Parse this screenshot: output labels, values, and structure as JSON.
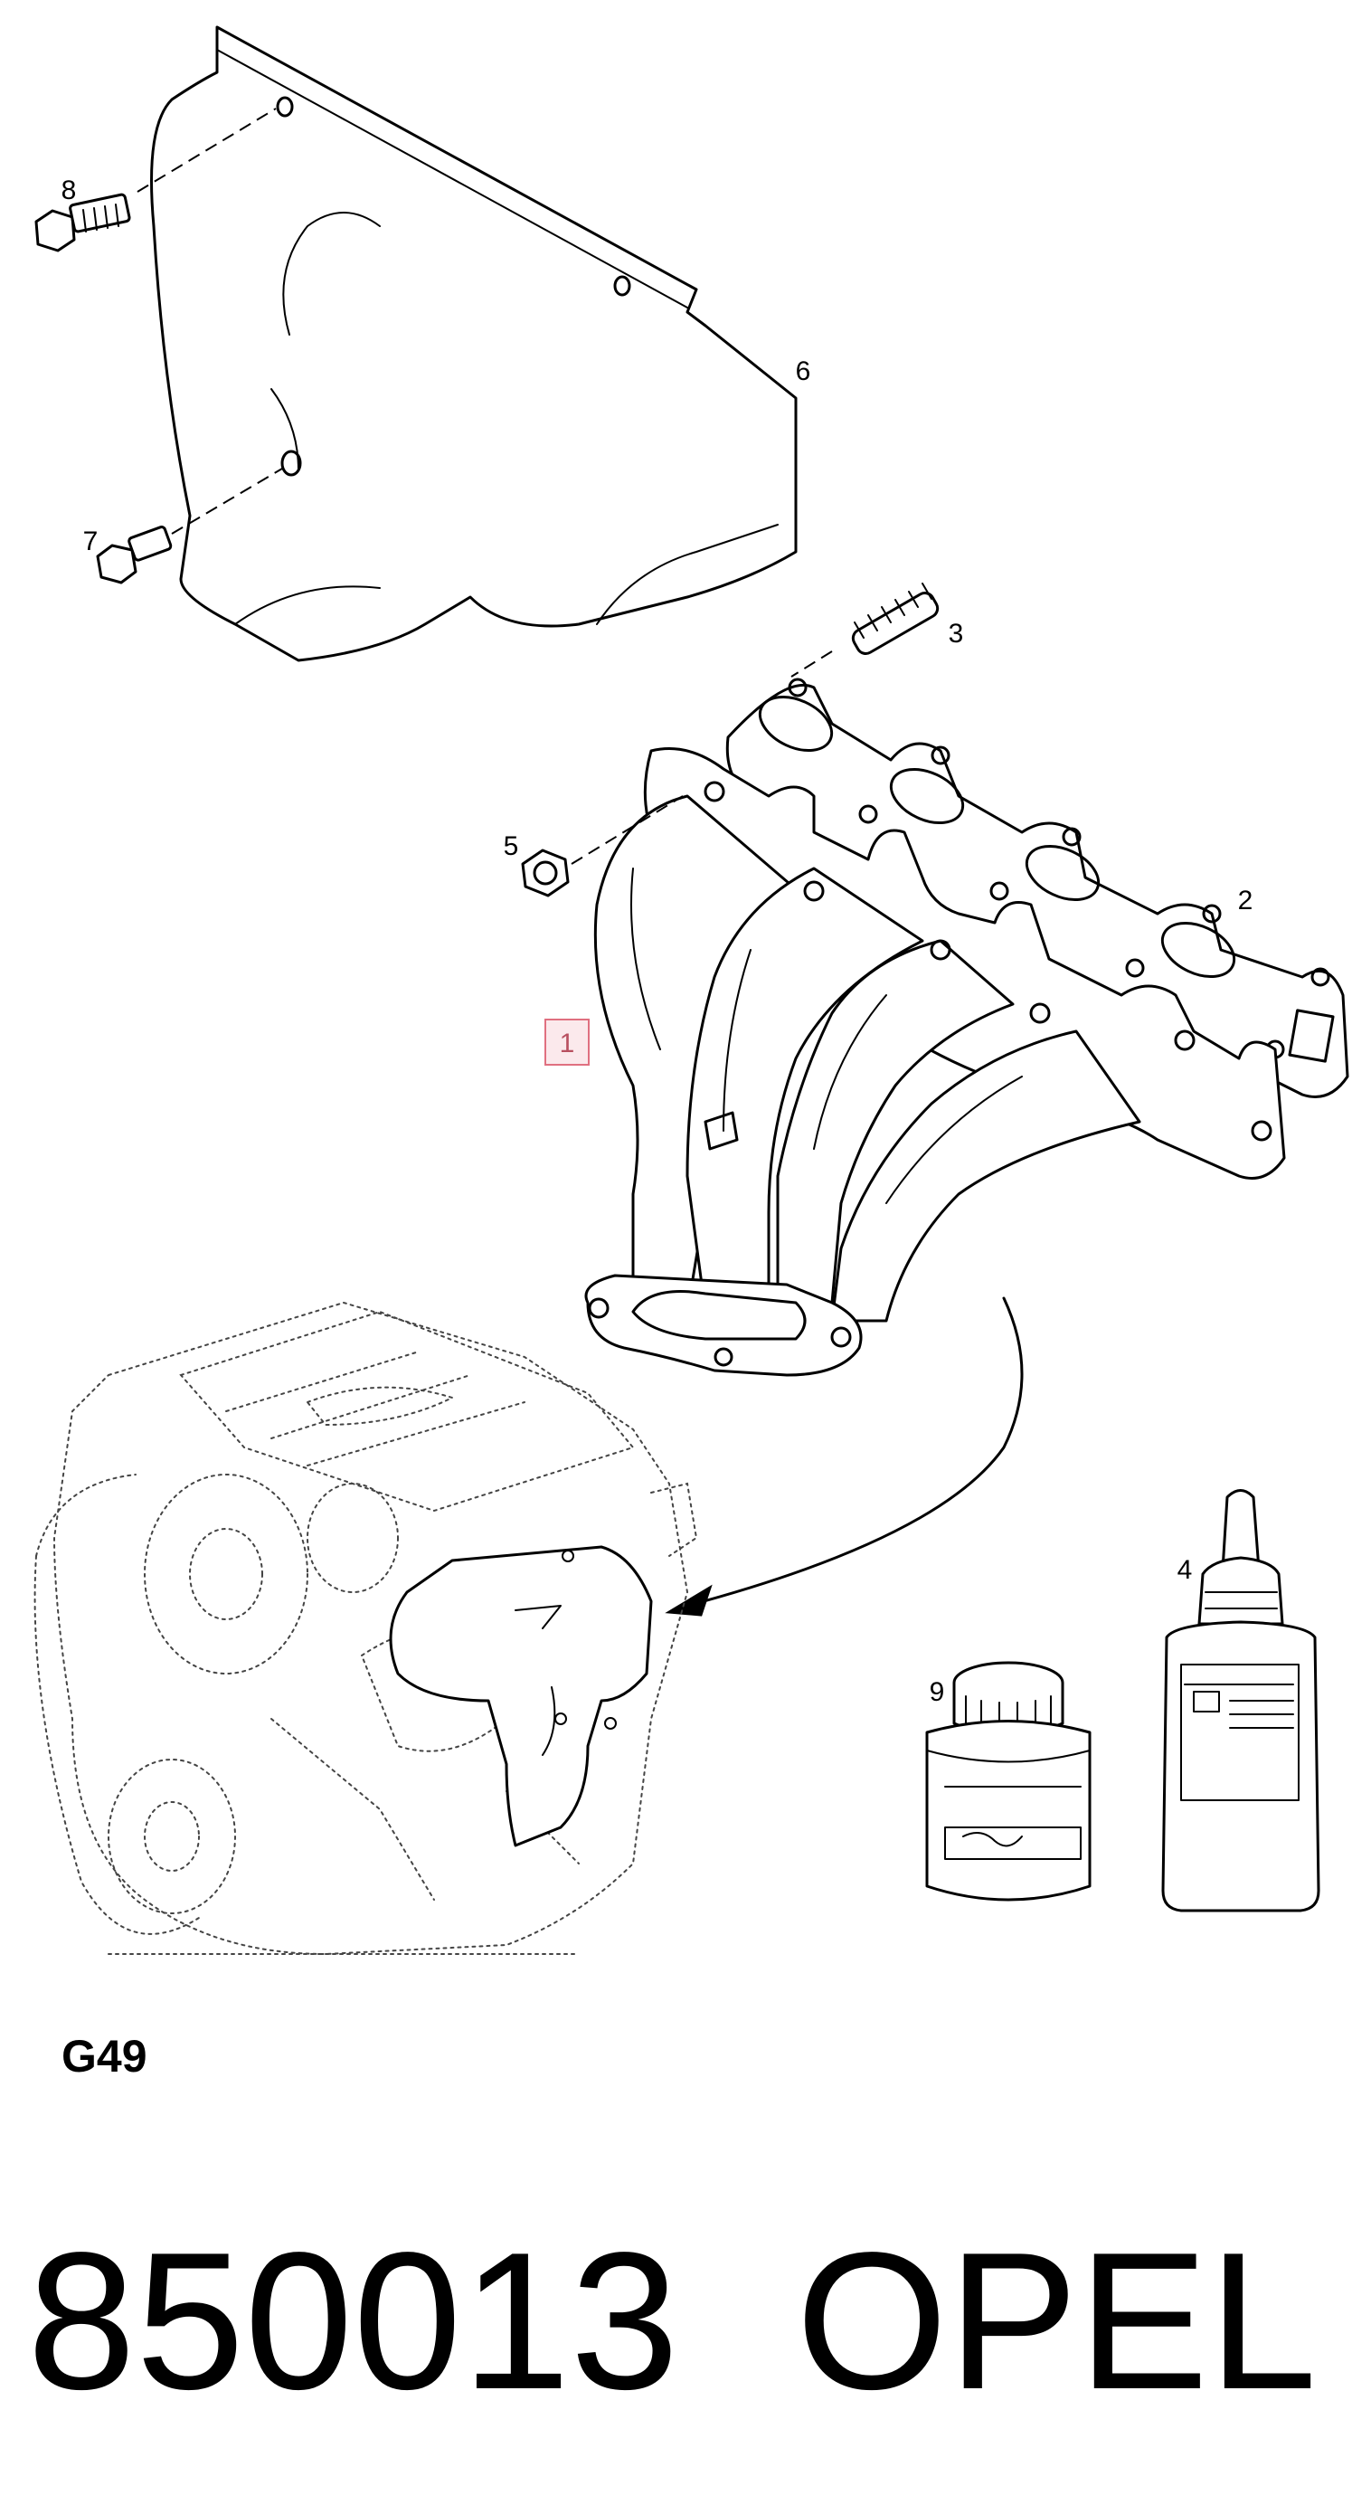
{
  "callouts": {
    "c1": "1",
    "c2": "2",
    "c3": "3",
    "c4": "4",
    "c5": "5",
    "c6": "6",
    "c7": "7",
    "c8": "8",
    "c9": "9"
  },
  "section_code": "G49",
  "part_number": "850013",
  "brand": "OPEL",
  "highlight_color": "#e07080"
}
